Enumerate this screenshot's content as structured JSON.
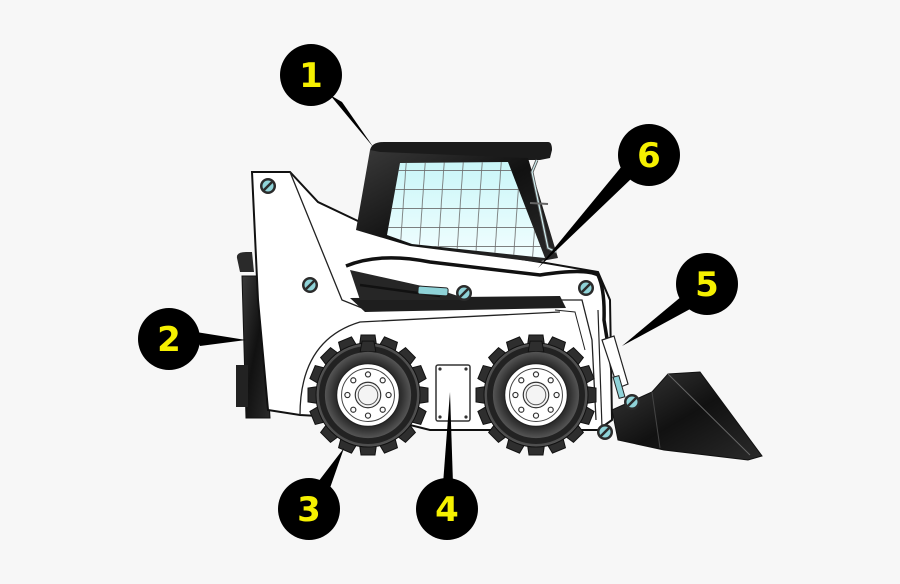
{
  "diagram": {
    "subject": "skid steer loader",
    "background": "#f7f7f7",
    "colors": {
      "body": "#ffffff",
      "outline": "#111111",
      "dark_parts": "#1a1a1a",
      "glass": "#d9fbfc",
      "grid": "#666666",
      "bolt_accent": "#7ecfd4",
      "callout_fill": "#000000",
      "callout_text": "#f5f000"
    },
    "callouts": [
      {
        "label": "1",
        "target": "cab roof"
      },
      {
        "label": "2",
        "target": "rear engine cover"
      },
      {
        "label": "3",
        "target": "rear tire"
      },
      {
        "label": "4",
        "target": "side access panel"
      },
      {
        "label": "5",
        "target": "tilt cylinder"
      },
      {
        "label": "6",
        "target": "lift arm"
      }
    ]
  }
}
